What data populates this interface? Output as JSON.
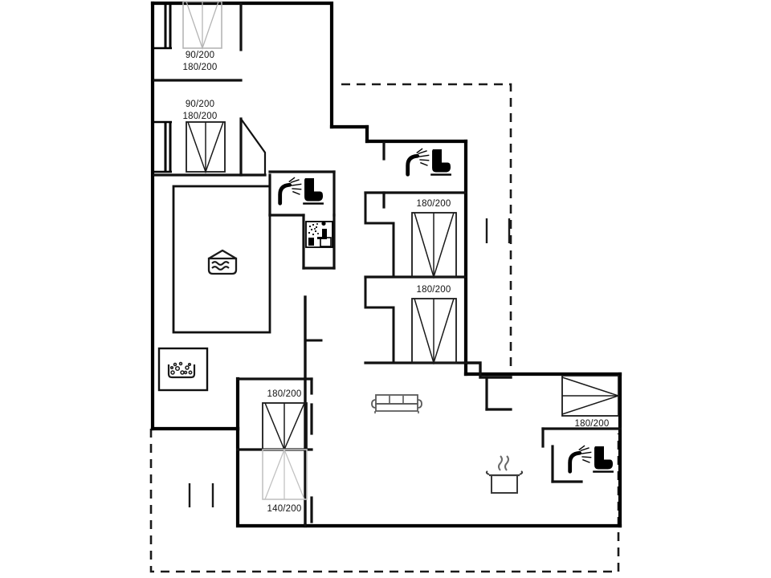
{
  "document": {
    "type": "floor-plan",
    "title": "Holiday house floor plan",
    "orientation": "single-level",
    "units": "cm",
    "line_colors": {
      "exterior_wall": "#000000",
      "interior_wall": "#1a1a1a",
      "furniture": "#3a3a3a",
      "furniture_light": "#9a9a9a",
      "terrace_dashed": "#1a1a1a",
      "background": "#ffffff"
    }
  },
  "beds": [
    {
      "id": "bed-top-left-upper",
      "labels": [
        "90/200",
        "180/200"
      ],
      "label_primary": "90/200",
      "label_secondary": "180/200",
      "orientation": "vertical",
      "style": "outline-light",
      "room": "bedroom-north-west"
    },
    {
      "id": "bed-top-left-lower",
      "labels": [
        "90/200",
        "180/200"
      ],
      "label_primary": "90/200",
      "label_secondary": "180/200",
      "orientation": "vertical",
      "style": "outline-dark",
      "room": "bedroom-west"
    },
    {
      "id": "bed-center-upper",
      "labels": [
        "180/200"
      ],
      "label_primary": "180/200",
      "orientation": "vertical",
      "style": "outline-dark",
      "room": "bedroom-center-north"
    },
    {
      "id": "bed-center-lower",
      "labels": [
        "180/200"
      ],
      "label_primary": "180/200",
      "orientation": "vertical",
      "style": "outline-dark",
      "room": "bedroom-center-south"
    },
    {
      "id": "bed-south-west",
      "labels": [
        "180/200",
        "140/200"
      ],
      "label_primary": "180/200",
      "label_secondary": "140/200",
      "orientation": "vertical",
      "style": "outline-dark-with-light-extension",
      "room": "bedroom-south-west"
    },
    {
      "id": "bed-east",
      "labels": [
        "180/200"
      ],
      "label_primary": "180/200",
      "orientation": "horizontal",
      "style": "outline-dark",
      "room": "bedroom-east"
    }
  ],
  "icons": [
    {
      "id": "bath-1",
      "name": "shower-toilet-icon",
      "meaning": "Bathroom with shower and toilet",
      "room": "bathroom-west"
    },
    {
      "id": "bath-2",
      "name": "shower-toilet-icon",
      "meaning": "Bathroom with shower and toilet",
      "room": "bathroom-north"
    },
    {
      "id": "bath-3",
      "name": "shower-toilet-icon",
      "meaning": "Bathroom with shower and toilet",
      "room": "bathroom-east"
    },
    {
      "id": "sauna-1",
      "name": "sauna-icon",
      "meaning": "Sauna",
      "room": "sauna"
    },
    {
      "id": "pool-1",
      "name": "swimming-pool-icon",
      "meaning": "Indoor swimming pool",
      "room": "pool-room"
    },
    {
      "id": "whirlpool-1",
      "name": "whirlpool-icon",
      "meaning": "Whirlpool / jacuzzi",
      "room": "whirlpool-room"
    },
    {
      "id": "sofa-1",
      "name": "sofa-icon",
      "meaning": "Living room seating",
      "room": "living-room"
    },
    {
      "id": "kitchen-1",
      "name": "cooking-pot-icon",
      "meaning": "Kitchen / cooking area",
      "room": "kitchen"
    }
  ],
  "rooms": [
    {
      "id": "bedroom-north-west",
      "has_window": true
    },
    {
      "id": "bedroom-west",
      "has_window": true
    },
    {
      "id": "pool-room",
      "has_window": false
    },
    {
      "id": "whirlpool-room",
      "has_window": false
    },
    {
      "id": "bathroom-west",
      "has_window": false
    },
    {
      "id": "sauna",
      "has_window": false
    },
    {
      "id": "bathroom-north",
      "has_window": false
    },
    {
      "id": "bedroom-center-north",
      "has_window": false
    },
    {
      "id": "bedroom-center-south",
      "has_window": false
    },
    {
      "id": "bedroom-south-west",
      "has_window": false
    },
    {
      "id": "living-room",
      "has_window": false
    },
    {
      "id": "kitchen",
      "has_window": false
    },
    {
      "id": "bedroom-east",
      "has_window": false
    },
    {
      "id": "bathroom-east",
      "has_window": false
    },
    {
      "id": "terrace",
      "has_window": false
    }
  ]
}
